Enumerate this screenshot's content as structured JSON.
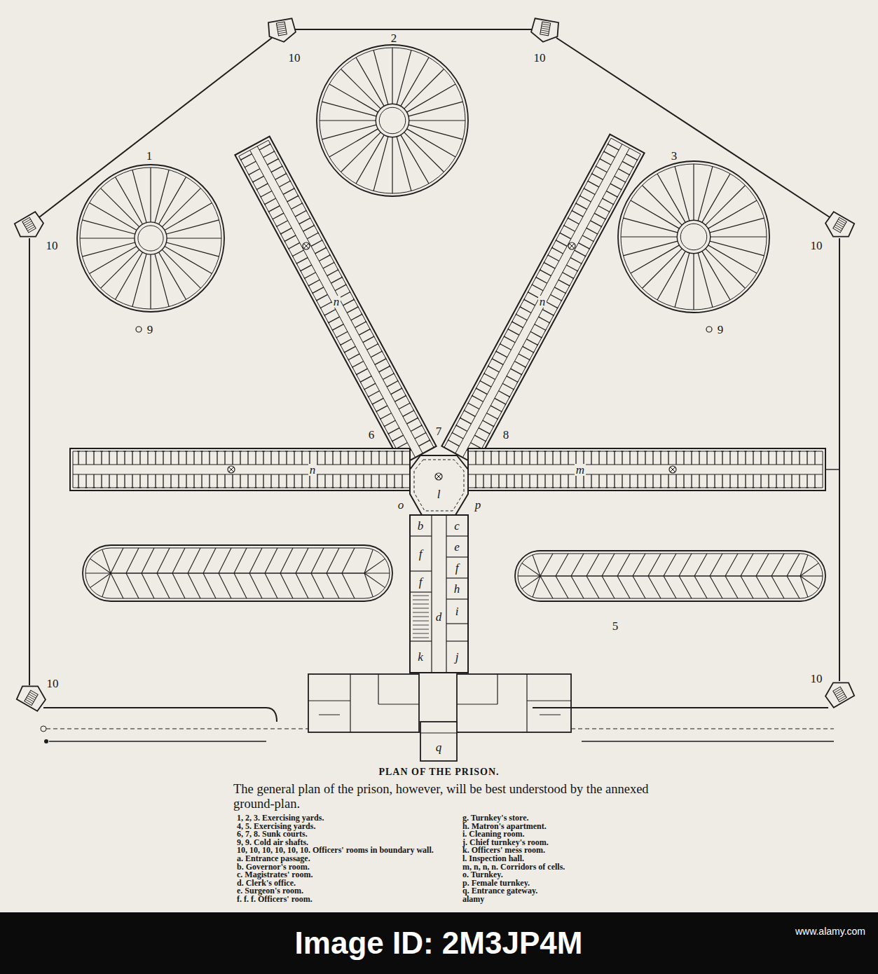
{
  "diagram": {
    "title": "PLAN OF THE PRISON.",
    "caption": "The general plan of the prison, however, will be best understood by the annexed ground-plan.",
    "labels": [
      "1",
      "2",
      "3",
      "9",
      "9",
      "10",
      "10",
      "10",
      "10",
      "10",
      "10",
      "7",
      "6",
      "8",
      "l",
      "o",
      "p",
      "n",
      "n",
      "n",
      "m",
      "b",
      "c",
      "e",
      "f",
      "f",
      "f",
      "h",
      "i",
      "d",
      "k",
      "j",
      "5",
      "q",
      "1, 2, 3. Exercising yards.",
      "4, 5. Exercising yards.",
      "6, 7, 8. Sunk courts.",
      "9, 9. Cold air shafts.",
      "10, 10, 10, 10, 10, 10. Officers' rooms in boundary wall.",
      "a. Entrance passage.",
      "b. Governor's room.",
      "c. Magistrates' room.",
      "d. Clerk's office.",
      "e. Surgeon's room.",
      "f. f. f. Officers' room.",
      "g. Turnkey's store.",
      "h. Matron's apartment.",
      "i. Cleaning room.",
      "j. Chief turnkey's room.",
      "k. Officers' mess room.",
      "l. Inspection hall.",
      "m, n, n, n. Corridors of cells.",
      "o. Turnkey.",
      "p. Female turnkey.",
      "q. Entrance gateway.",
      "alamy",
      "Image ID: 2M3JP4M",
      "www.alamy.com"
    ]
  }
}
